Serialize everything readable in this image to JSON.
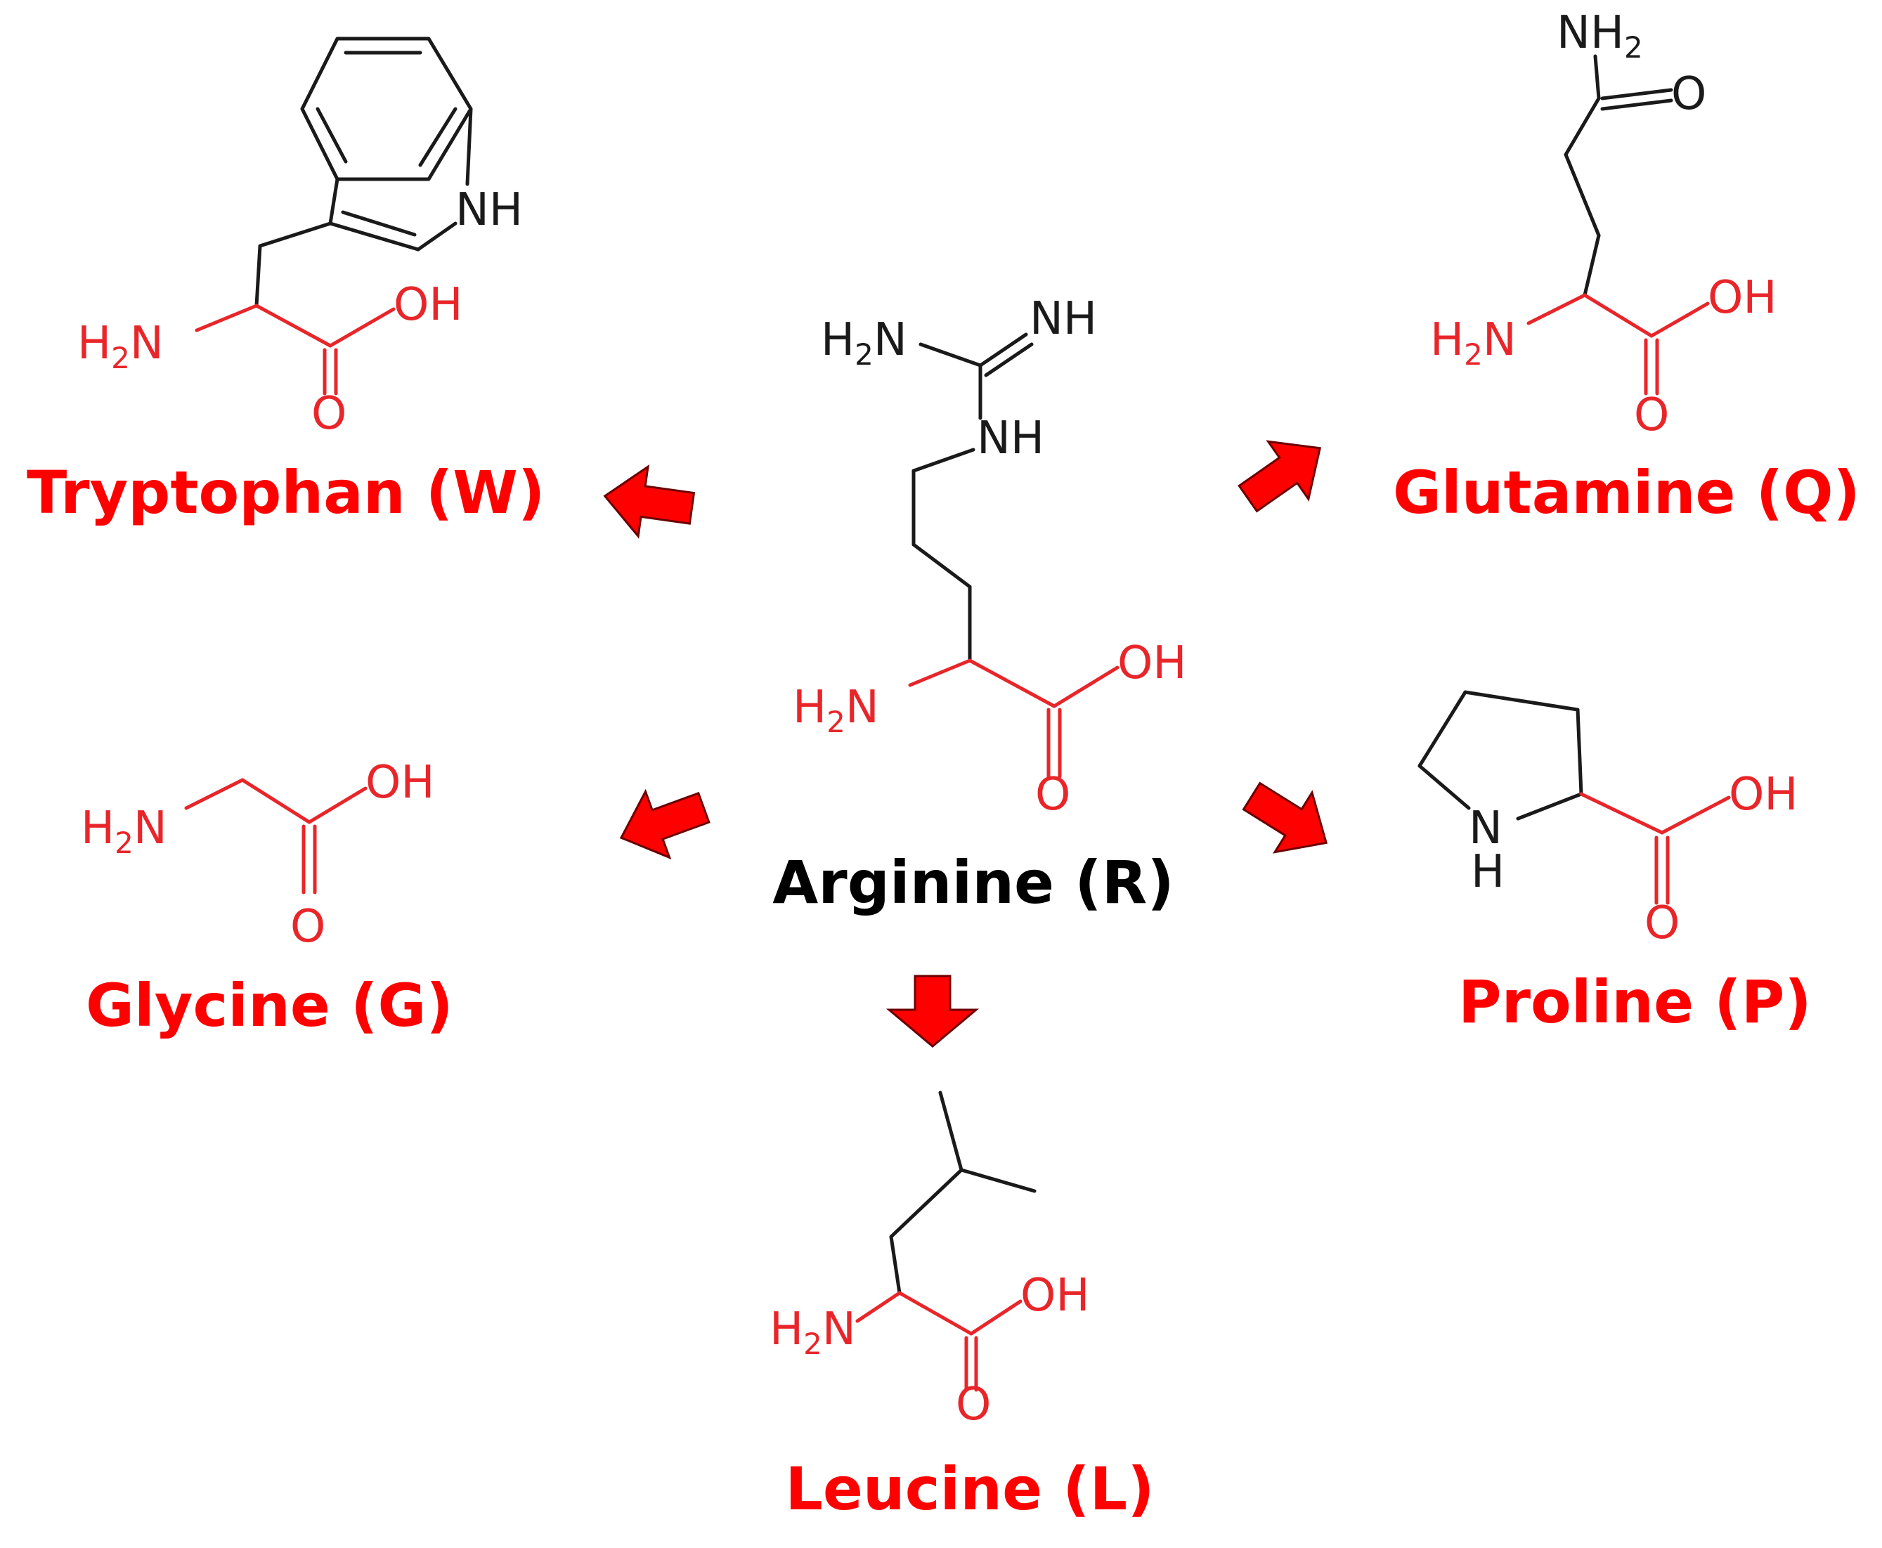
{
  "center": {
    "name": "Arginine (R)",
    "color": "#000000"
  },
  "products": [
    {
      "key": "tryptophan",
      "name": "Tryptophan (W)",
      "color": "#ff0000"
    },
    {
      "key": "glutamine",
      "name": "Glutamine (Q)",
      "color": "#ff0000"
    },
    {
      "key": "glycine",
      "name": "Glycine (G)",
      "color": "#ff0000"
    },
    {
      "key": "proline",
      "name": "Proline (P)",
      "color": "#ff0000"
    },
    {
      "key": "leucine",
      "name": "Leucine (L)",
      "color": "#ff0000"
    }
  ],
  "atoms": {
    "h2n_main": "H",
    "h2n_sub": "2",
    "h2n_n": "N",
    "oh": "OH",
    "o": "O",
    "nh": "NH",
    "nh2_main": "NH",
    "nh2_sub": "2",
    "n": "N",
    "h": "H"
  }
}
